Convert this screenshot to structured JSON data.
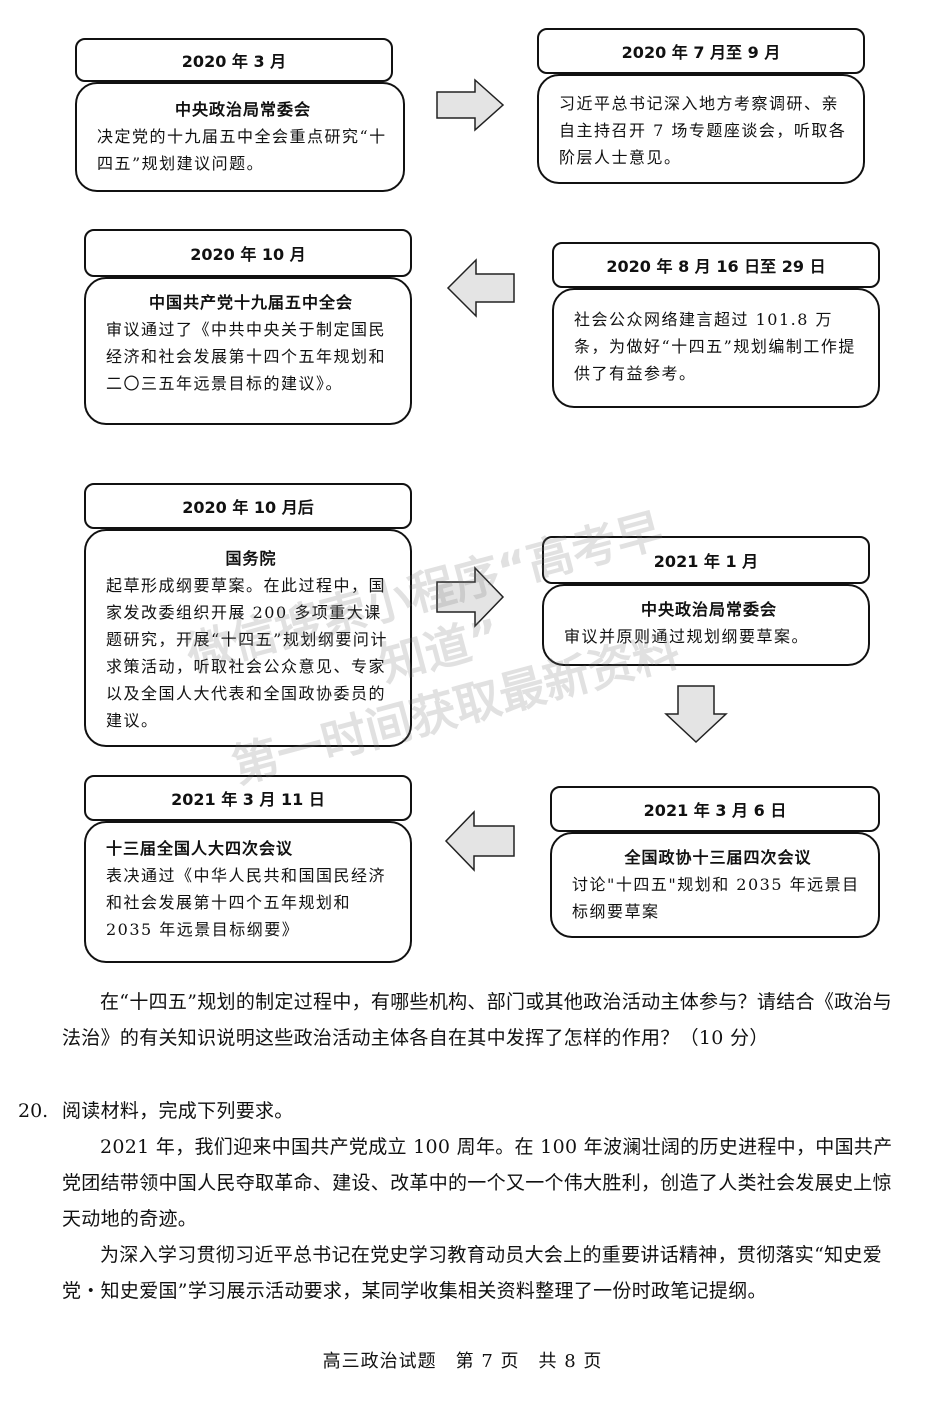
{
  "flow": {
    "b1": {
      "date": "2020 年 3 月",
      "title": "中央政治局常委会",
      "body": "决定党的十九届五中全会重点研究“十四五”规划建议问题。"
    },
    "b2": {
      "date": "2020 年 7 月至 9 月",
      "title": "",
      "body": "习近平总书记深入地方考察调研、亲自主持召开 7 场专题座谈会，听取各阶层人士意见。"
    },
    "b3": {
      "date": "2020 年 10 月",
      "title": "中国共产党十九届五中全会",
      "body": "审议通过了《中共中央关于制定国民经济和社会发展第十四个五年规划和二〇三五年远景目标的建议》。"
    },
    "b4": {
      "date": "2020 年 8 月 16 日至 29 日",
      "title": "",
      "body": "社会公众网络建言超过 101.8 万条，为做好“十四五”规划编制工作提供了有益参考。"
    },
    "b5": {
      "date": "2020 年 10 月后",
      "title": "国务院",
      "body": "起草形成纲要草案。在此过程中，国家发改委组织开展 200 多项重大课题研究，开展“十四五”规划纲要问计求策活动，听取社会公众意见、专家以及全国人大代表和全国政协委员的建议。"
    },
    "b6": {
      "date": "2021 年 1 月",
      "title": "中央政治局常委会",
      "body": "审议并原则通过规划纲要草案。"
    },
    "b7": {
      "date": "2021 年 3 月 11 日",
      "title": "十三届全国人大四次会议",
      "body": "表决通过《中华人民共和国国民经济和社会发展第十四个五年规划和 2035 年远景目标纲要》"
    },
    "b8": {
      "date": "2021 年 3 月 6 日",
      "title": "全国政协十三届四次会议",
      "body": "讨论\"十四五\"规划和 2035 年远景目标纲要草案"
    }
  },
  "question": "在“十四五”规划的制定过程中，有哪些机构、部门或其他政治活动主体参与？请结合《政治与法治》的有关知识说明这些政治活动主体各自在其中发挥了怎样的作用？（10 分）",
  "q20": {
    "number": "20.",
    "prompt": "阅读材料，完成下列要求。",
    "p1": "2021 年，我们迎来中国共产党成立 100 周年。在 100 年波澜壮阔的历史进程中，中国共产党团结带领中国人民夺取革命、建设、改革中的一个又一个伟大胜利，创造了人类社会发展史上惊天动地的奇迹。",
    "p2": "为深入学习贯彻习近平总书记在党史学习教育动员大会上的重要讲话精神，贯彻落实“知史爱党・知史爱国”学习展示活动要求，某同学收集相关资料整理了一份时政笔记提纲。"
  },
  "footer": "高三政治试题　第 7 页　共 8 页",
  "watermark": {
    "line1": "微信搜索小程序“高考早知道”",
    "line2": "第一时间获取最新资料"
  }
}
